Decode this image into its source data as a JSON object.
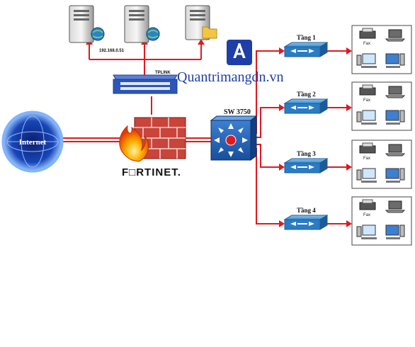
{
  "labels": {
    "internet": "Internet",
    "server_ip": "192.168.0.51",
    "tplink": "TPLINK",
    "sw_core": "SW 3750",
    "fortinet": "F□RTINET.",
    "site": "Quantrimangdn.vn",
    "fax": "Fax"
  },
  "floors": [
    {
      "label": "Tầng 1"
    },
    {
      "label": "Tầng 2"
    },
    {
      "label": "Tầng 3"
    },
    {
      "label": "Tầng 4"
    }
  ],
  "colors": {
    "link": "#e0191f",
    "switch_blue": "#2a7cc4",
    "core_blue": "#1f5fb0",
    "brick": "#c9443a",
    "brand": "#1f3fa8",
    "globe": "#1d4fc0"
  },
  "icons": [
    "server-icon",
    "globe-icon",
    "folder-icon",
    "switch-icon",
    "firewall-icon",
    "fax-icon",
    "laptop-icon",
    "desktop-icon",
    "logo-icon"
  ]
}
